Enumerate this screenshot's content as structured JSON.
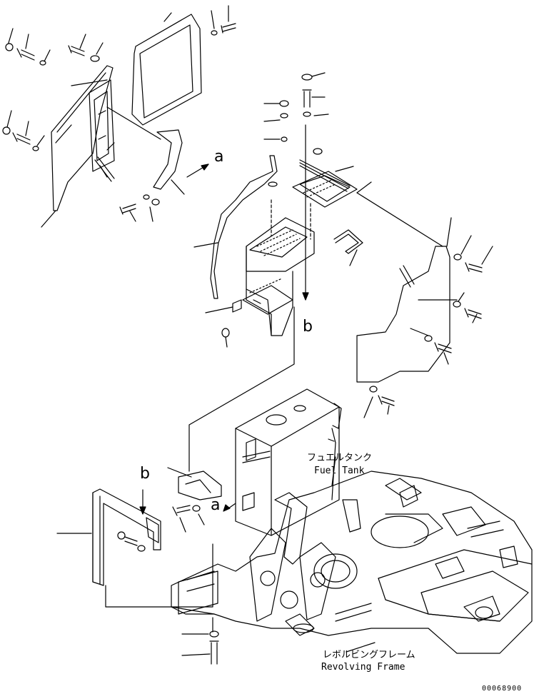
{
  "callouts": {
    "a_upper": "a",
    "b_upper": "b",
    "a_lower": "a",
    "b_lower": "b"
  },
  "labels": {
    "fuel_tank_jp": "フュエルタンク",
    "fuel_tank_en": "Fuel Tank",
    "revolving_frame_jp": "レボルビングフレーム",
    "revolving_frame_en": "Revolving Frame"
  },
  "document_number": "00068900",
  "colors": {
    "line": "#000000",
    "background": "#ffffff"
  }
}
